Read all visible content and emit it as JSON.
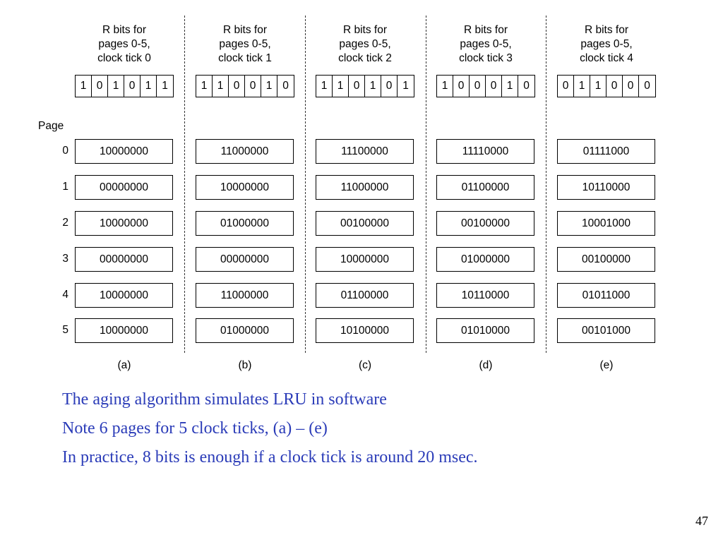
{
  "diagram": {
    "page_heading": "Page",
    "page_numbers": [
      "0",
      "1",
      "2",
      "3",
      "4",
      "5"
    ],
    "columns": [
      {
        "header": [
          "R bits for",
          "pages 0-5,",
          "clock tick 0"
        ],
        "r_bits": [
          "1",
          "0",
          "1",
          "0",
          "1",
          "1"
        ],
        "counters": [
          "10000000",
          "00000000",
          "10000000",
          "00000000",
          "10000000",
          "10000000"
        ],
        "caption": "(a)"
      },
      {
        "header": [
          "R bits for",
          "pages 0-5,",
          "clock tick 1"
        ],
        "r_bits": [
          "1",
          "1",
          "0",
          "0",
          "1",
          "0"
        ],
        "counters": [
          "11000000",
          "10000000",
          "01000000",
          "00000000",
          "11000000",
          "01000000"
        ],
        "caption": "(b)"
      },
      {
        "header": [
          "R bits for",
          "pages 0-5,",
          "clock tick 2"
        ],
        "r_bits": [
          "1",
          "1",
          "0",
          "1",
          "0",
          "1"
        ],
        "counters": [
          "11100000",
          "11000000",
          "00100000",
          "10000000",
          "01100000",
          "10100000"
        ],
        "caption": "(c)"
      },
      {
        "header": [
          "R bits for",
          "pages 0-5,",
          "clock tick 3"
        ],
        "r_bits": [
          "1",
          "0",
          "0",
          "0",
          "1",
          "0"
        ],
        "counters": [
          "11110000",
          "01100000",
          "00100000",
          "01000000",
          "10110000",
          "01010000"
        ],
        "caption": "(d)"
      },
      {
        "header": [
          "R bits for",
          "pages 0-5,",
          "clock tick 4"
        ],
        "r_bits": [
          "0",
          "1",
          "1",
          "0",
          "0",
          "0"
        ],
        "counters": [
          "01111000",
          "10110000",
          "10001000",
          "00100000",
          "01011000",
          "00101000"
        ],
        "caption": "(e)"
      }
    ]
  },
  "notes": [
    "The aging algorithm simulates LRU in software",
    "Note 6 pages for 5 clock ticks, (a) – (e)",
    "In practice, 8 bits is enough if a clock tick is around 20 msec."
  ],
  "slide_number": "47",
  "colors": {
    "note_text": "#2b3cb8",
    "diagram_lines": "#000000"
  }
}
